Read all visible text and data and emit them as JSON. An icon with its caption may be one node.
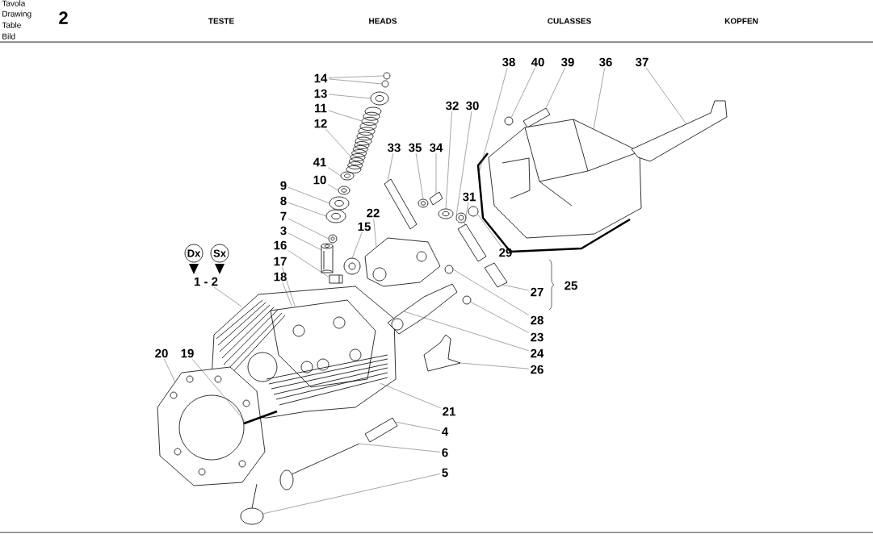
{
  "diagram": {
    "nodes": [
      {
        "text": [
          "14"
        ]
      },
      {
        "text": [
          "13"
        ]
      },
      {
        "text": [
          "11"
        ]
      },
      {
        "text": [
          "12"
        ]
      },
      {
        "text": [
          "41"
        ]
      },
      {
        "text": [
          "10"
        ]
      },
      {
        "text": [
          "9"
        ]
      },
      {
        "text": [
          "8"
        ]
      },
      {
        "text": [
          "7"
        ]
      },
      {
        "text": [
          "3"
        ]
      },
      {
        "text": [
          "16"
        ]
      },
      {
        "text": [
          "17"
        ]
      },
      {
        "text": [
          "18"
        ]
      },
      {
        "text": [
          "15"
        ]
      },
      {
        "text": [
          "22"
        ]
      },
      {
        "text": [
          "33"
        ]
      },
      {
        "text": [
          "35"
        ]
      },
      {
        "text": [
          "34"
        ]
      },
      {
        "text": [
          "32"
        ]
      },
      {
        "text": [
          "30"
        ]
      },
      {
        "text": [
          "31"
        ]
      },
      {
        "text": [
          "29"
        ]
      },
      {
        "text": [
          "27"
        ]
      },
      {
        "text": [
          "28"
        ]
      },
      {
        "text": [
          "23"
        ]
      },
      {
        "text": [
          "24"
        ]
      },
      {
        "text": [
          "26"
        ]
      },
      {
        "text": [
          "21"
        ]
      },
      {
        "text": [
          "4"
        ]
      },
      {
        "text": [
          "6"
        ]
      },
      {
        "text": [
          "5"
        ]
      },
      {
        "text": [
          "20"
        ]
      },
      {
        "text": [
          "19"
        ]
      },
      {
        "text": [
          "38"
        ]
      },
      {
        "text": [
          "40"
        ]
      },
      {
        "text": [
          "39"
        ]
      },
      {
        "text": [
          "36"
        ]
      },
      {
        "text": [
          "37"
        ]
      },
      {
        "text": [
          "Dx"
        ]
      },
      {
        "text": [
          "Sx"
        ]
      },
      {
        "text": [
          "1 - 2"
        ]
      },
      {
        "text": [],
        "shape": "picture"
      },
      {
        "text": [],
        "shape": "picture"
      },
      {
        "text": [],
        "shape": "picture"
      },
      {
        "text": [],
        "shape": "picture"
      },
      {
        "text": [],
        "shape": "picture"
      },
      {
        "text": [],
        "shape": "picture"
      },
      {
        "text": [],
        "shape": "picture"
      },
      {
        "text": [],
        "shape": "picture"
      },
      {
        "text": [],
        "shape": "picture"
      },
      {
        "text": [],
        "shape": "picture"
      },
      {
        "text": [],
        "shape": "picture"
      },
      {
        "text": [],
        "shape": "picture"
      },
      {
        "text": [],
        "shape": "picture"
      },
      {
        "text": [],
        "shape": "picture"
      },
      {
        "text": [],
        "shape": "picture"
      },
      {
        "text": [],
        "shape": "picture"
      },
      {
        "text": [],
        "shape": "picture"
      },
      {
        "text": [],
        "shape": "picture"
      },
      {
        "text": [],
        "shape": "picture"
      },
      {
        "text": [],
        "shape": "picture"
      },
      {
        "text": [],
        "shape": "picture"
      },
      {
        "text": [],
        "shape": "picture"
      },
      {
        "text": [],
        "shape": "picture"
      },
      {
        "text": [],
        "shape": "picture"
      },
      {
        "text": [],
        "shape": "picture"
      },
      {
        "text": [],
        "shape": "picture"
      },
      {
        "text": [],
        "shape": "picture"
      },
      {
        "text": [],
        "shape": "picture"
      },
      {
        "text": [],
        "shape": "picture"
      },
      {
        "text": [],
        "shape": "picture"
      },
      {
        "text": [],
        "shape": "picture"
      },
      {
        "text": [],
        "shape": "picture"
      },
      {
        "text": [],
        "shape": "picture"
      },
      {
        "text": [],
        "shape": "picture"
      },
      {
        "text": [],
        "shape": "picture"
      },
      {
        "text": [],
        "shape": "picture"
      },
      {
        "text": [],
        "shape": "picture"
      }
    ],
    "edges": [
      {
        "from": 0,
        "to": 58,
        "arrow": "none"
      },
      {
        "from": 0,
        "to": 59,
        "arrow": "none"
      },
      {
        "from": 1,
        "to": 56,
        "arrow": "none"
      },
      {
        "from": 2,
        "to": 55,
        "arrow": "none"
      },
      {
        "from": 3,
        "to": 54,
        "arrow": "none"
      },
      {
        "from": 4,
        "to": 52,
        "arrow": "none"
      },
      {
        "from": 5,
        "to": 51,
        "arrow": "none"
      },
      {
        "from": 6,
        "to": 50,
        "arrow": "none"
      },
      {
        "from": 7,
        "to": 48,
        "arrow": "none"
      },
      {
        "from": 8,
        "to": 47,
        "arrow": "none"
      },
      {
        "from": 9,
        "to": 46,
        "arrow": "none"
      },
      {
        "from": 10,
        "to": 49,
        "arrow": "none"
      },
      {
        "from": 11,
        "to": 44,
        "arrow": "none"
      },
      {
        "from": 12,
        "to": 44,
        "arrow": "none"
      },
      {
        "from": 13,
        "to": 53,
        "arrow": "none"
      },
      {
        "from": 14,
        "to": 61,
        "arrow": "none"
      },
      {
        "from": 15,
        "to": 60,
        "arrow": "none"
      },
      {
        "from": 16,
        "to": 63,
        "arrow": "none"
      },
      {
        "from": 17,
        "to": 64,
        "arrow": "none"
      },
      {
        "from": 18,
        "to": 66,
        "arrow": "none"
      },
      {
        "from": 19,
        "to": 68,
        "arrow": "none"
      },
      {
        "from": 20,
        "to": 70,
        "arrow": "none"
      },
      {
        "from": 21,
        "to": 71,
        "arrow": "none"
      },
      {
        "from": 22,
        "to": 72,
        "arrow": "none"
      },
      {
        "from": 23,
        "to": 67,
        "arrow": "none"
      },
      {
        "from": 24,
        "to": 69,
        "arrow": "none"
      },
      {
        "from": 25,
        "to": 62,
        "arrow": "none"
      },
      {
        "from": 26,
        "to": 65,
        "arrow": "none"
      },
      {
        "from": 27,
        "to": 44,
        "arrow": "none"
      },
      {
        "from": 28,
        "to": 57,
        "arrow": "none"
      },
      {
        "from": 29,
        "to": 45,
        "arrow": "none"
      },
      {
        "from": 30,
        "to": 43,
        "arrow": "none"
      },
      {
        "from": 31,
        "to": 41,
        "arrow": "none"
      },
      {
        "from": 32,
        "to": 42,
        "arrow": "none"
      },
      {
        "from": 33,
        "to": 75,
        "arrow": "none"
      },
      {
        "from": 34,
        "to": 73,
        "arrow": "none"
      },
      {
        "from": 35,
        "to": 74,
        "arrow": "none"
      },
      {
        "from": 36,
        "to": 76,
        "arrow": "none"
      },
      {
        "from": 37,
        "to": 77,
        "arrow": "none"
      },
      {
        "from": 40,
        "to": 44,
        "arrow": "none"
      }
    ],
    "labels": [
      "Tavola",
      "Drawing",
      "Table",
      "Bild",
      "2",
      "TESTE",
      "HEADS",
      "CULASSES",
      "KOPFEN",
      "25"
    ]
  }
}
